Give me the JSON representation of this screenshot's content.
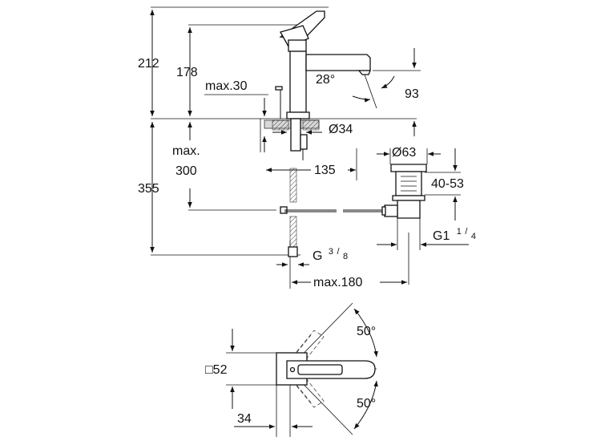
{
  "side_view": {
    "dims": {
      "overall_height": "212",
      "spout_height": "178",
      "max_30": "max.30",
      "angle_28": "28°",
      "drop_93": "93",
      "hole_diameter": "Ø34",
      "max_label": "max.",
      "max_value": "300",
      "total_355": "355",
      "reach_135": "135",
      "waste_diameter": "Ø63",
      "range_40_53": "40-53",
      "thread_g1_main": "G1",
      "thread_g1_num": "1",
      "thread_g1_den": "4",
      "thread_g38_main": "G",
      "thread_g38_num": "3",
      "thread_g38_den": "8",
      "max_180": "max.180"
    }
  },
  "top_view": {
    "dims": {
      "angle_top": "50°",
      "angle_bottom": "50°",
      "square_52": "□52",
      "width_34": "34"
    }
  }
}
